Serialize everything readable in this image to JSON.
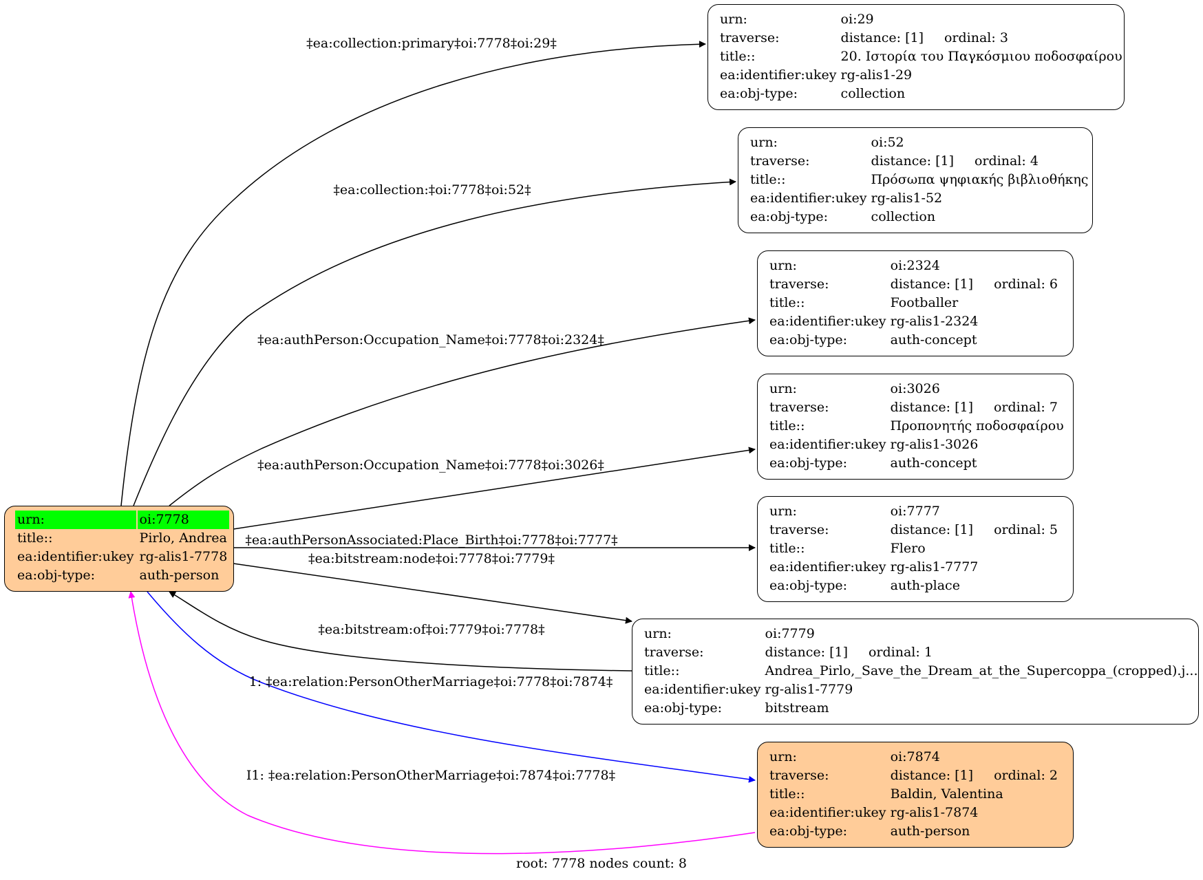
{
  "root_node": {
    "rows": [
      {
        "key": "urn:",
        "value": "oi:7778"
      },
      {
        "key": "title::",
        "value": "Pirlo, Andrea"
      },
      {
        "key": "ea:identifier:ukey",
        "value": "rg-alis1-7778"
      },
      {
        "key": "ea:obj-type:",
        "value": "auth-person"
      }
    ]
  },
  "nodes": [
    {
      "urn": "oi:29",
      "traverse": "distance: [1]",
      "ordinal": "ordinal: 3",
      "title": "20. Ιστορία του Παγκόσμιου ποδοσφαίρου",
      "ukey": "rg-alis1-29",
      "objtype": "collection"
    },
    {
      "urn": "oi:52",
      "traverse": "distance: [1]",
      "ordinal": "ordinal: 4",
      "title": "Πρόσωπα ψηφιακής βιβλιοθήκης",
      "ukey": "rg-alis1-52",
      "objtype": "collection"
    },
    {
      "urn": "oi:2324",
      "traverse": "distance: [1]",
      "ordinal": "ordinal: 6",
      "title": "Footballer",
      "ukey": "rg-alis1-2324",
      "objtype": "auth-concept"
    },
    {
      "urn": "oi:3026",
      "traverse": "distance: [1]",
      "ordinal": "ordinal: 7",
      "title": "Προπονητής ποδοσφαίρου",
      "ukey": "rg-alis1-3026",
      "objtype": "auth-concept"
    },
    {
      "urn": "oi:7777",
      "traverse": "distance: [1]",
      "ordinal": "ordinal: 5",
      "title": "Flero",
      "ukey": "rg-alis1-7777",
      "objtype": "auth-place"
    },
    {
      "urn": "oi:7779",
      "traverse": "distance: [1]",
      "ordinal": "ordinal: 1",
      "title": "Andrea_Pirlo,_Save_the_Dream_at_the_Supercoppa_(cropped).j...",
      "ukey": "rg-alis1-7779",
      "objtype": "bitstream"
    },
    {
      "urn": "oi:7874",
      "traverse": "distance: [1]",
      "ordinal": "ordinal: 2",
      "title": "Baldin, Valentina",
      "ukey": "rg-alis1-7874",
      "objtype": "auth-person"
    }
  ],
  "row_keys": {
    "urn": "urn:",
    "traverse": "traverse:",
    "title": "title::",
    "ukey": "ea:identifier:ukey",
    "objtype": "ea:obj-type:"
  },
  "edge_labels": [
    "‡ea:collection:primary‡oi:7778‡oi:29‡",
    "‡ea:collection:‡oi:7778‡oi:52‡",
    "‡ea:authPerson:Occupation_Name‡oi:7778‡oi:2324‡",
    "‡ea:authPerson:Occupation_Name‡oi:7778‡oi:3026‡",
    "‡ea:authPersonAssociated:Place_Birth‡oi:7778‡oi:7777‡",
    "‡ea:bitstream:node‡oi:7778‡oi:7779‡",
    "‡ea:bitstream:of‡oi:7779‡oi:7778‡",
    "1: ‡ea:relation:PersonOtherMarriage‡oi:7778‡oi:7874‡",
    "I1: ‡ea:relation:PersonOtherMarriage‡oi:7874‡oi:7778‡"
  ],
  "colors": {
    "person_fill": "#ffcc99",
    "root_highlight": "#00ff00",
    "edge_default": "#000000",
    "edge_marriage_out": "#0000ff",
    "edge_marriage_in": "#ff00ff"
  },
  "footer": "root: 7778 nodes count: 8"
}
